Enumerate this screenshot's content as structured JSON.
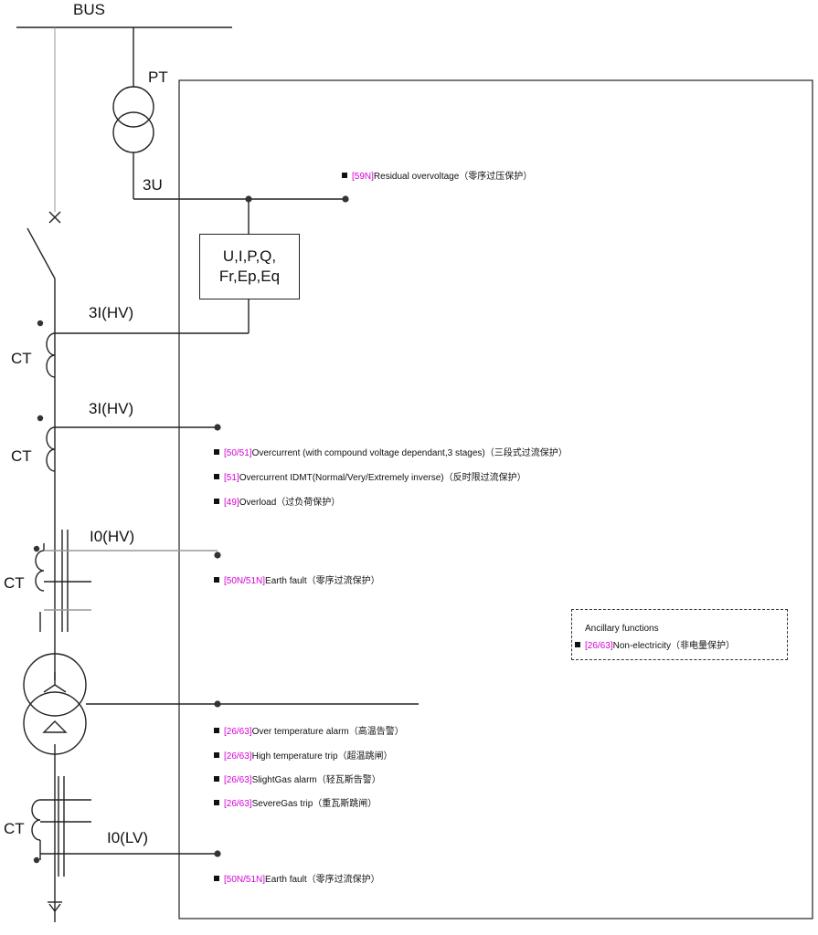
{
  "labels": {
    "bus": "BUS",
    "pt": "PT",
    "voltage_3u": "3U",
    "ct1": "CT",
    "ct1_signal": "3I(HV)",
    "ct2": "CT",
    "ct2_signal": "3I(HV)",
    "ct3": "CT",
    "ct3_signal": "I0(HV)",
    "ct4": "CT",
    "ct4_signal": "I0(LV)"
  },
  "meter": {
    "line1": "U,I,P,Q,",
    "line2": "Fr,Ep,Eq"
  },
  "functions": {
    "f59n": {
      "code": "[59N]",
      "text": "Residual overvoltage（零序过压保护）"
    },
    "f5051": {
      "code": "[50/51]",
      "text": "Overcurrent (with compound voltage dependant,3 stages)（三段式过流保护）"
    },
    "f51": {
      "code": "[51]",
      "text": "Overcurrent IDMT(Normal/Very/Extremely inverse)（反时限过流保护）"
    },
    "f49": {
      "code": "[49]",
      "text": "Overload（过负荷保护）"
    },
    "f50n_hv": {
      "code": "[50N/51N]",
      "text": "Earth fault（零序过流保护）"
    },
    "f2663_temp_alarm": {
      "code": "[26/63]",
      "text": "Over temperature alarm（高温告警）"
    },
    "f2663_temp_trip": {
      "code": "[26/63]",
      "text": "High temperature trip（超温跳闸）"
    },
    "f2663_gas_alarm": {
      "code": "[26/63]",
      "text": "SlightGas alarm（轻瓦斯告警）"
    },
    "f2663_gas_trip": {
      "code": "[26/63]",
      "text": "SevereGas trip（重瓦斯跳闸）"
    },
    "f50n_lv": {
      "code": "[50N/51N]",
      "text": "Earth fault（零序过流保护）"
    }
  },
  "ancillary": {
    "title": "Ancillary functions",
    "item": {
      "code": "[26/63]",
      "text": "Non-electricity（非电量保护）"
    }
  },
  "colors": {
    "line": "#222222",
    "code_highlight": "#d400d4"
  }
}
